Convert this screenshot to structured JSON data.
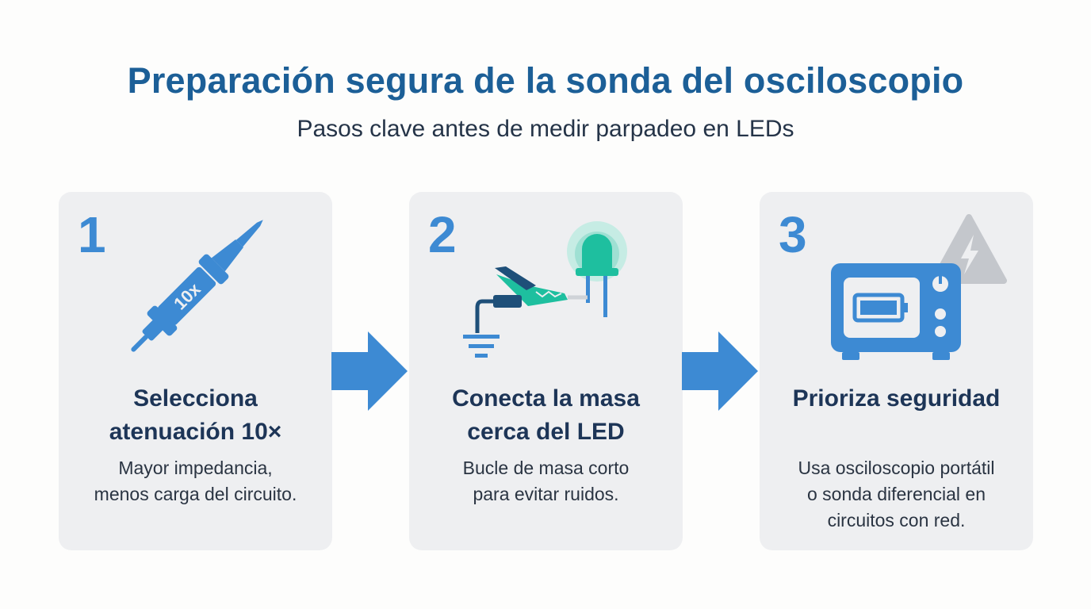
{
  "header": {
    "title": "Preparación segura de la sonda del osciloscopio",
    "subtitle": "Pasos clave antes de medir parpadeo en LEDs"
  },
  "steps": [
    {
      "number": "1",
      "heading": "Selecciona\natenuación 10×",
      "description": "Mayor impedancia,\nmenos carga del circuito.",
      "icon": "probe-icon",
      "icon_label": "10x"
    },
    {
      "number": "2",
      "heading": "Conecta la masa\ncerca del LED",
      "description": "Bucle de masa corto\npara evitar ruidos.",
      "icon": "ground-clip-led-icon"
    },
    {
      "number": "3",
      "heading": "Prioriza seguridad",
      "description": "Usa osciloscopio portátil\no sonda diferencial en\ncircuitos con red.",
      "icon": "oscilloscope-warning-icon"
    }
  ],
  "colors": {
    "title": "#1c5f97",
    "accent_blue": "#3d8ad3",
    "led_teal": "#1ebf9f",
    "card_bg": "#eeeff1",
    "warning_gray": "#c4c7cc"
  }
}
